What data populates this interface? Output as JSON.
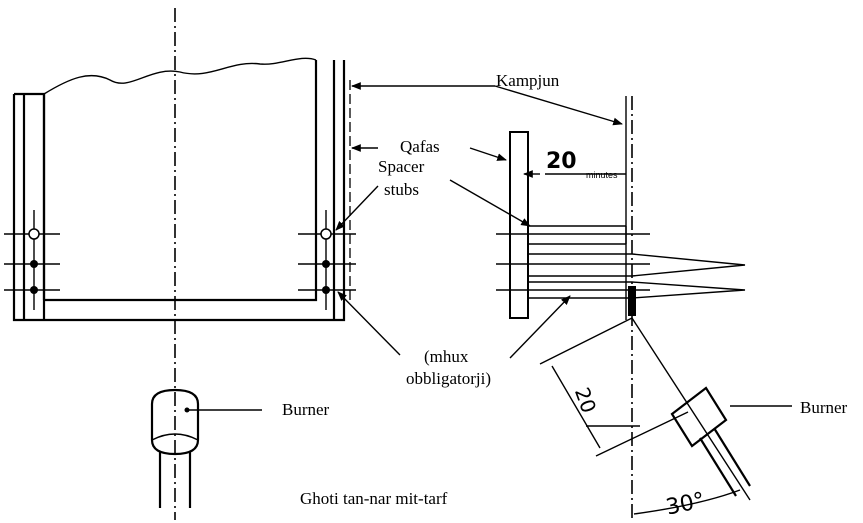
{
  "labels": {
    "kampjun": "Kampjun",
    "qafas": "Qafas",
    "spacer_line1": "Spacer",
    "spacer_line2": "stubs",
    "mhux_line1": "(mhux",
    "mhux_line2": "obbligatorji)",
    "burner_left": "Burner",
    "burner_right": "Burner",
    "caption": "Ghoti tan-nar mit-tarf",
    "dim_20_top": "20",
    "dim_minutes": "minutes",
    "dim_20_diag": "20",
    "angle_30": "30°"
  }
}
